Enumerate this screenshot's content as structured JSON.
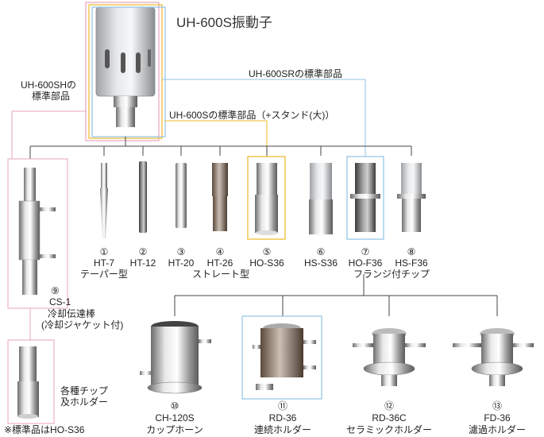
{
  "title": "UH-600S振動子",
  "notes": {
    "sh_standard": [
      "UH-600SHの",
      "標準部品"
    ],
    "sr_standard": "UH-600SRの標準部品",
    "s_standard": "UH-600Sの標準部品（+スタンド(大)）",
    "standard_tip": "※標準品はHO-S36"
  },
  "tips": [
    {
      "num": "①",
      "name": "HT-7",
      "desc": "テーパー型"
    },
    {
      "num": "②",
      "name": "HT-12",
      "desc": ""
    },
    {
      "num": "③",
      "name": "HT-20",
      "desc": ""
    },
    {
      "num": "④",
      "name": "HT-26",
      "desc": "ストレート型"
    },
    {
      "num": "⑤",
      "name": "HO-S36",
      "desc": ""
    },
    {
      "num": "⑥",
      "name": "HS-S36",
      "desc": ""
    },
    {
      "num": "⑦",
      "name": "HO-F36",
      "desc": "フランジ付チップ"
    },
    {
      "num": "⑧",
      "name": "HS-F36",
      "desc": ""
    }
  ],
  "cs1": {
    "num": "⑨",
    "name": "CS-1",
    "desc1": "冷却伝達棒",
    "desc2": "(冷却ジャケット付)"
  },
  "various": {
    "line1": "各種チップ",
    "line2": "及ホルダー"
  },
  "holders": [
    {
      "num": "⑩",
      "name": "CH-120S",
      "desc": "カップホーン"
    },
    {
      "num": "⑪",
      "name": "RD-36",
      "desc": "連続ホルダー"
    },
    {
      "num": "⑫",
      "name": "RD-36C",
      "desc": "セラミックホルダー"
    },
    {
      "num": "⑬",
      "name": "FD-36",
      "desc": "濾過ホルダー"
    }
  ],
  "colors": {
    "pink": "#e9a3c0",
    "blue": "#8fc3e6",
    "yellow": "#eeb826",
    "line": "#444444"
  }
}
